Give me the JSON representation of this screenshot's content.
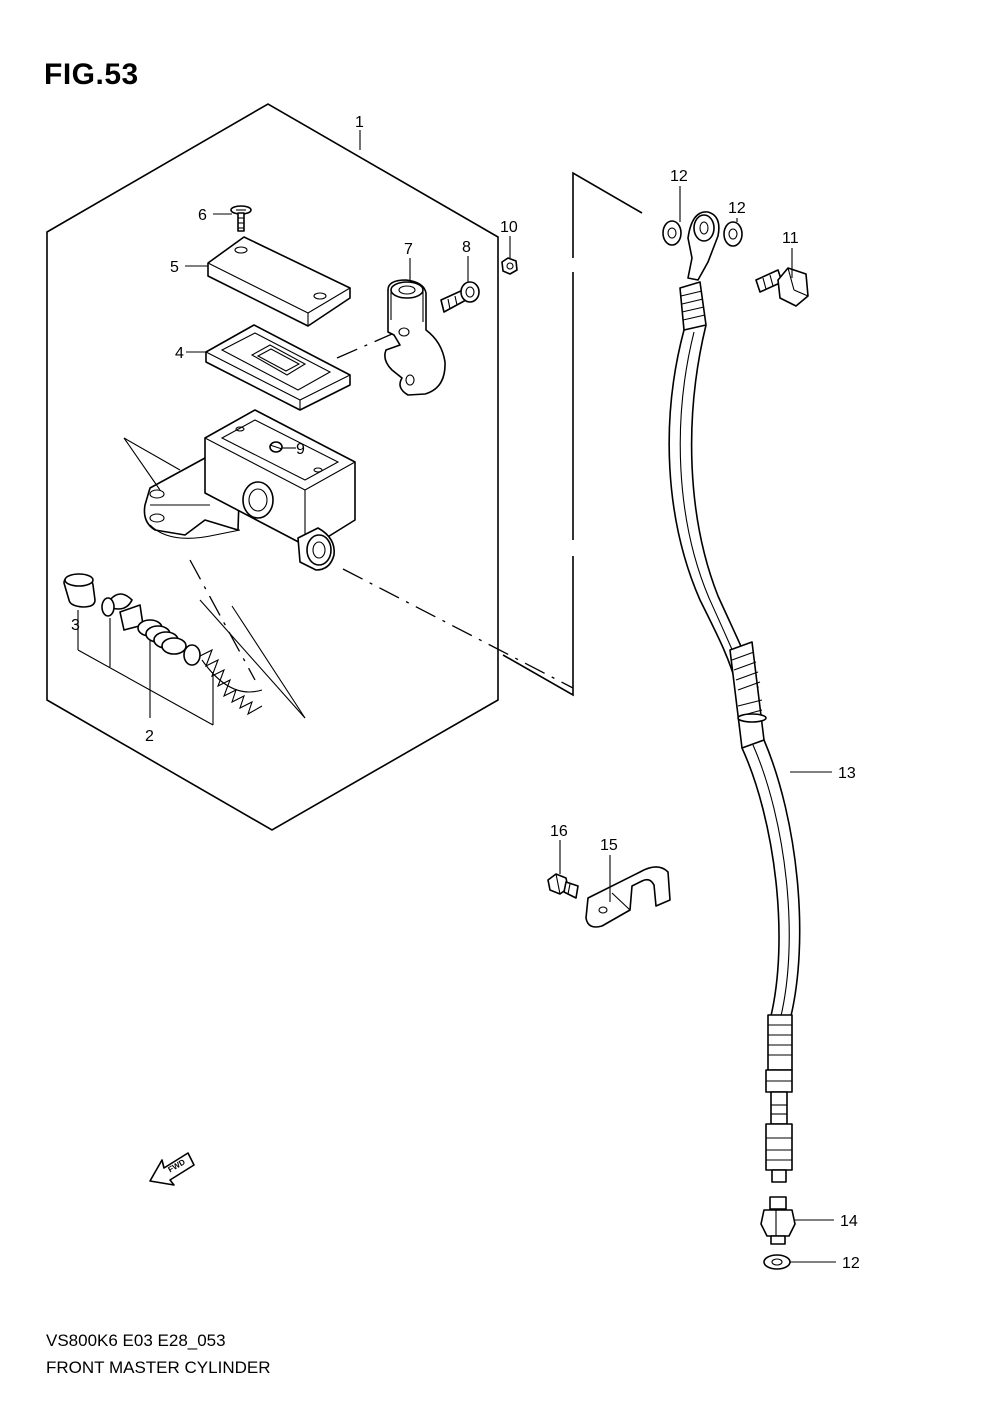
{
  "figure": {
    "title": "FIG.53",
    "code": "VS800K6 E03 E28_053",
    "name": "FRONT MASTER CYLINDER"
  },
  "callouts": {
    "p1": "1",
    "p2": "2",
    "p3": "3",
    "p4": "4",
    "p5": "5",
    "p6": "6",
    "p7": "7",
    "p8": "8",
    "p9": "9",
    "p10": "10",
    "p11": "11",
    "p12a": "12",
    "p12b": "12",
    "p12c": "12",
    "p13": "13",
    "p14": "14",
    "p15": "15",
    "p16": "16"
  },
  "fwd_arrow": {
    "label": "FWD",
    "icon": "fwd-arrow-icon"
  }
}
